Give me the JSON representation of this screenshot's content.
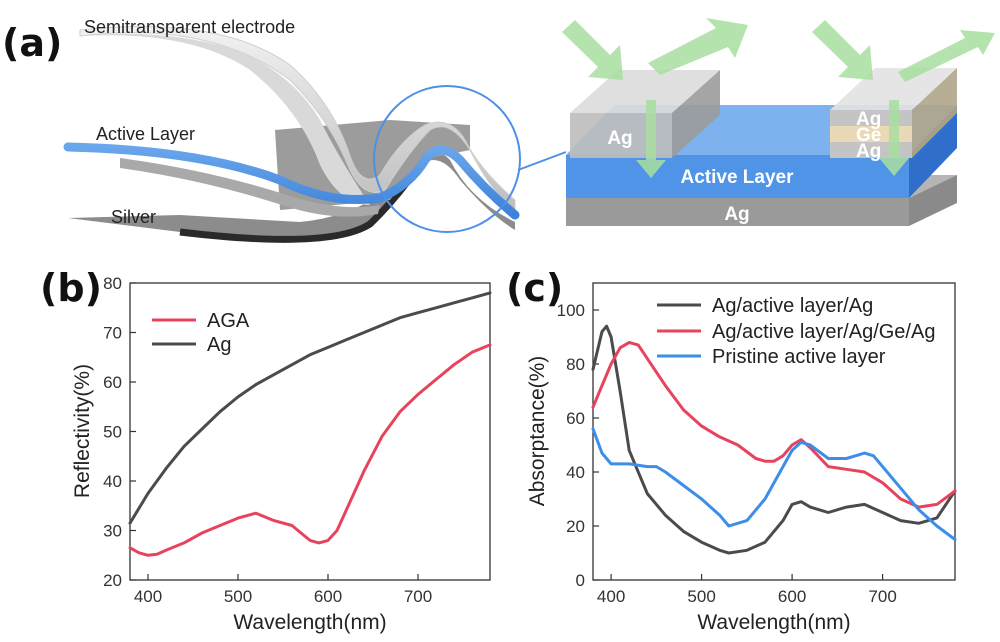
{
  "panel_labels": {
    "a": "(a)",
    "b": "(b)",
    "c": "(c)"
  },
  "schematic_left": {
    "label_top": "Semitransparent electrode",
    "label_middle": "Active Layer",
    "label_bottom": "Silver"
  },
  "schematic_right": {
    "ag_left": "Ag",
    "stack_top": "Ag",
    "stack_mid": "Ge",
    "stack_bottom": "Ag",
    "active": "Active Layer",
    "substrate": "Ag"
  },
  "colors": {
    "gray_curve": "#4b4b4b",
    "red_curve": "#e8435c",
    "blue_curve": "#3c8ee8",
    "active_layer": "#4f94e6",
    "arrow_green": "#a8dea0"
  },
  "chart_data": [
    {
      "type": "line",
      "panel": "(b)",
      "xlabel": "Wavelength(nm)",
      "ylabel": "Reflectivity(%)",
      "xlim": [
        380,
        780
      ],
      "ylim": [
        20,
        80
      ],
      "xticks": [
        400,
        500,
        600,
        700
      ],
      "yticks": [
        20,
        30,
        40,
        50,
        60,
        70,
        80
      ],
      "legend_position": "top-left",
      "series": [
        {
          "name": "AGA",
          "color": "#e8435c",
          "x": [
            380,
            390,
            400,
            410,
            420,
            440,
            460,
            480,
            500,
            520,
            540,
            560,
            570,
            580,
            590,
            600,
            610,
            620,
            640,
            660,
            680,
            700,
            720,
            740,
            760,
            780
          ],
          "y": [
            26.5,
            25.5,
            25.0,
            25.2,
            26.0,
            27.5,
            29.5,
            31.0,
            32.5,
            33.5,
            32.0,
            31.0,
            29.5,
            28.0,
            27.5,
            28.0,
            30.0,
            34.0,
            42.0,
            49.0,
            54.0,
            57.5,
            60.5,
            63.5,
            66.0,
            67.5
          ]
        },
        {
          "name": "Ag",
          "color": "#4b4b4b",
          "x": [
            380,
            400,
            420,
            440,
            460,
            480,
            500,
            520,
            540,
            560,
            580,
            600,
            620,
            640,
            660,
            680,
            700,
            720,
            740,
            760,
            780
          ],
          "y": [
            31.5,
            37.5,
            42.5,
            47.0,
            50.5,
            54.0,
            57.0,
            59.5,
            61.5,
            63.5,
            65.5,
            67.0,
            68.5,
            70.0,
            71.5,
            73.0,
            74.0,
            75.0,
            76.0,
            77.0,
            78.0
          ]
        }
      ]
    },
    {
      "type": "line",
      "panel": "(c)",
      "xlabel": "Wavelength(nm)",
      "ylabel": "Absorptance(%)",
      "xlim": [
        380,
        780
      ],
      "ylim": [
        0,
        110
      ],
      "xticks": [
        400,
        500,
        600,
        700
      ],
      "yticks": [
        0,
        20,
        40,
        60,
        80,
        100
      ],
      "legend_position": "top-right",
      "series": [
        {
          "name": "Ag/active layer/Ag",
          "color": "#4b4b4b",
          "x": [
            380,
            390,
            395,
            400,
            410,
            420,
            440,
            460,
            480,
            500,
            520,
            530,
            550,
            570,
            590,
            600,
            610,
            620,
            640,
            660,
            680,
            700,
            720,
            740,
            760,
            780
          ],
          "y": [
            78,
            92,
            94,
            90,
            70,
            48,
            32,
            24,
            18,
            14,
            11,
            10,
            11,
            14,
            22,
            28,
            29,
            27,
            25,
            27,
            28,
            25,
            22,
            21,
            23,
            33
          ]
        },
        {
          "name": "Ag/active layer/Ag/Ge/Ag",
          "color": "#e8435c",
          "x": [
            380,
            390,
            400,
            410,
            420,
            430,
            440,
            460,
            480,
            500,
            520,
            540,
            560,
            570,
            580,
            590,
            600,
            610,
            620,
            640,
            660,
            680,
            700,
            720,
            740,
            760,
            780
          ],
          "y": [
            64,
            72,
            80,
            86,
            88,
            87,
            82,
            72,
            63,
            57,
            53,
            50,
            45,
            44,
            44,
            46,
            50,
            52,
            49,
            42,
            41,
            40,
            36,
            30,
            27,
            28,
            33
          ]
        },
        {
          "name": "Pristine active layer",
          "color": "#3c8ee8",
          "x": [
            380,
            390,
            400,
            410,
            420,
            440,
            450,
            460,
            480,
            500,
            520,
            530,
            550,
            570,
            590,
            600,
            610,
            620,
            640,
            660,
            670,
            680,
            690,
            700,
            720,
            740,
            760,
            780
          ],
          "y": [
            56,
            47,
            43,
            43,
            43,
            42,
            42,
            40,
            35,
            30,
            24,
            20,
            22,
            30,
            42,
            48,
            51,
            50,
            45,
            45,
            46,
            47,
            46,
            42,
            34,
            26,
            20,
            15
          ]
        }
      ]
    }
  ]
}
